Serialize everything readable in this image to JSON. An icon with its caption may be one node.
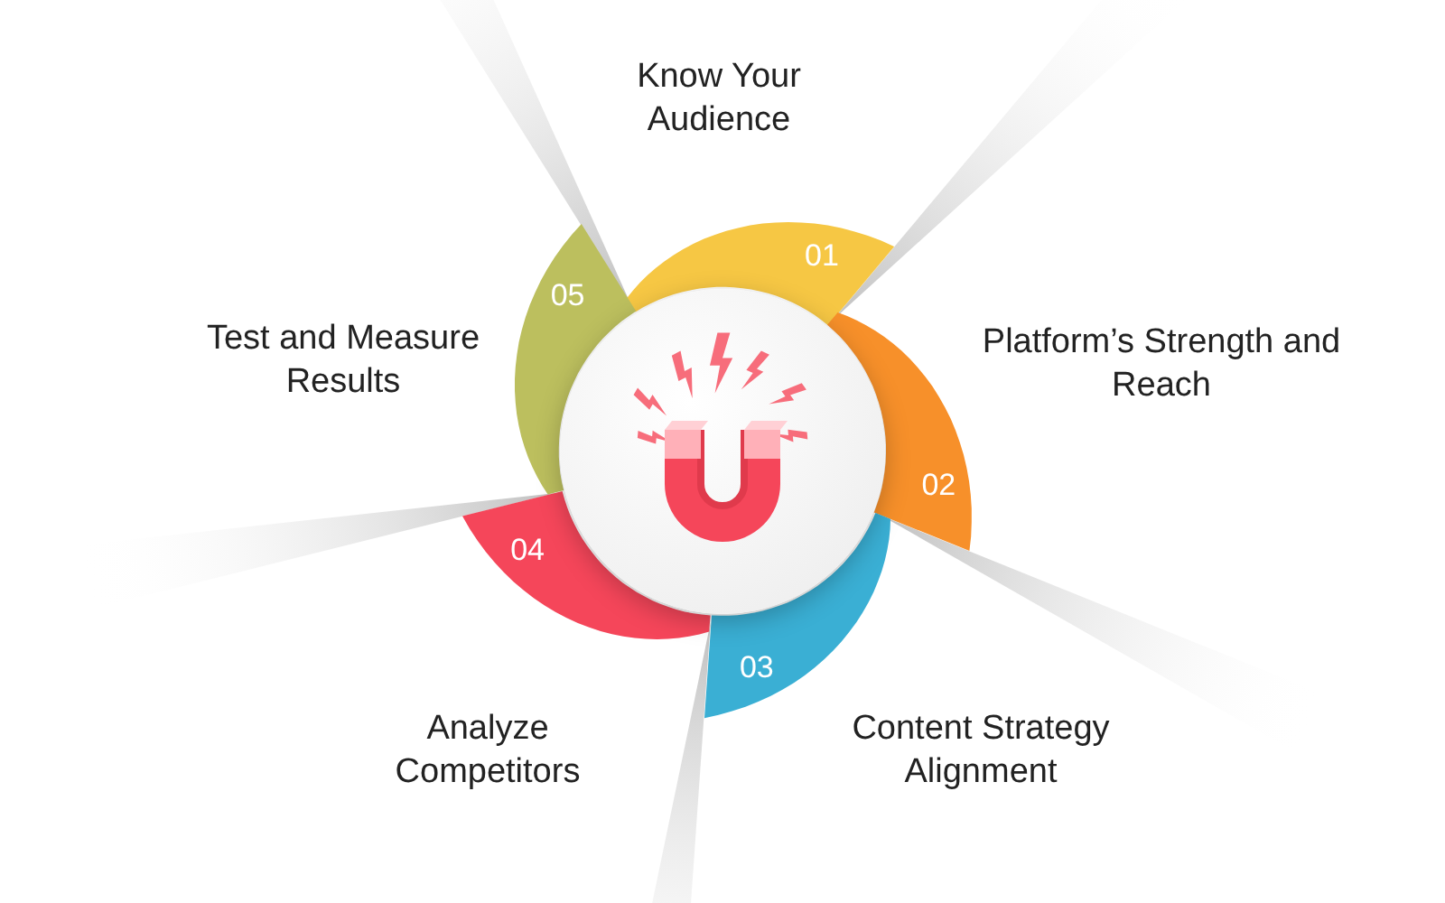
{
  "diagram": {
    "nodes": [
      {
        "text": [],
        "shape": "circle"
      },
      {
        "text": [
          "01"
        ],
        "beside": [
          "Know Your Audience"
        ]
      },
      {
        "text": [
          "02"
        ],
        "beside": [
          "Platform’s Strength and Reach"
        ]
      },
      {
        "text": [
          "03"
        ],
        "beside": [
          "Content Strategy Alignment"
        ]
      },
      {
        "text": [
          "04"
        ],
        "beside": [
          "Analyze Competitors"
        ]
      },
      {
        "text": [
          "05"
        ],
        "beside": [
          "Test and Measure Results"
        ]
      }
    ]
  }
}
